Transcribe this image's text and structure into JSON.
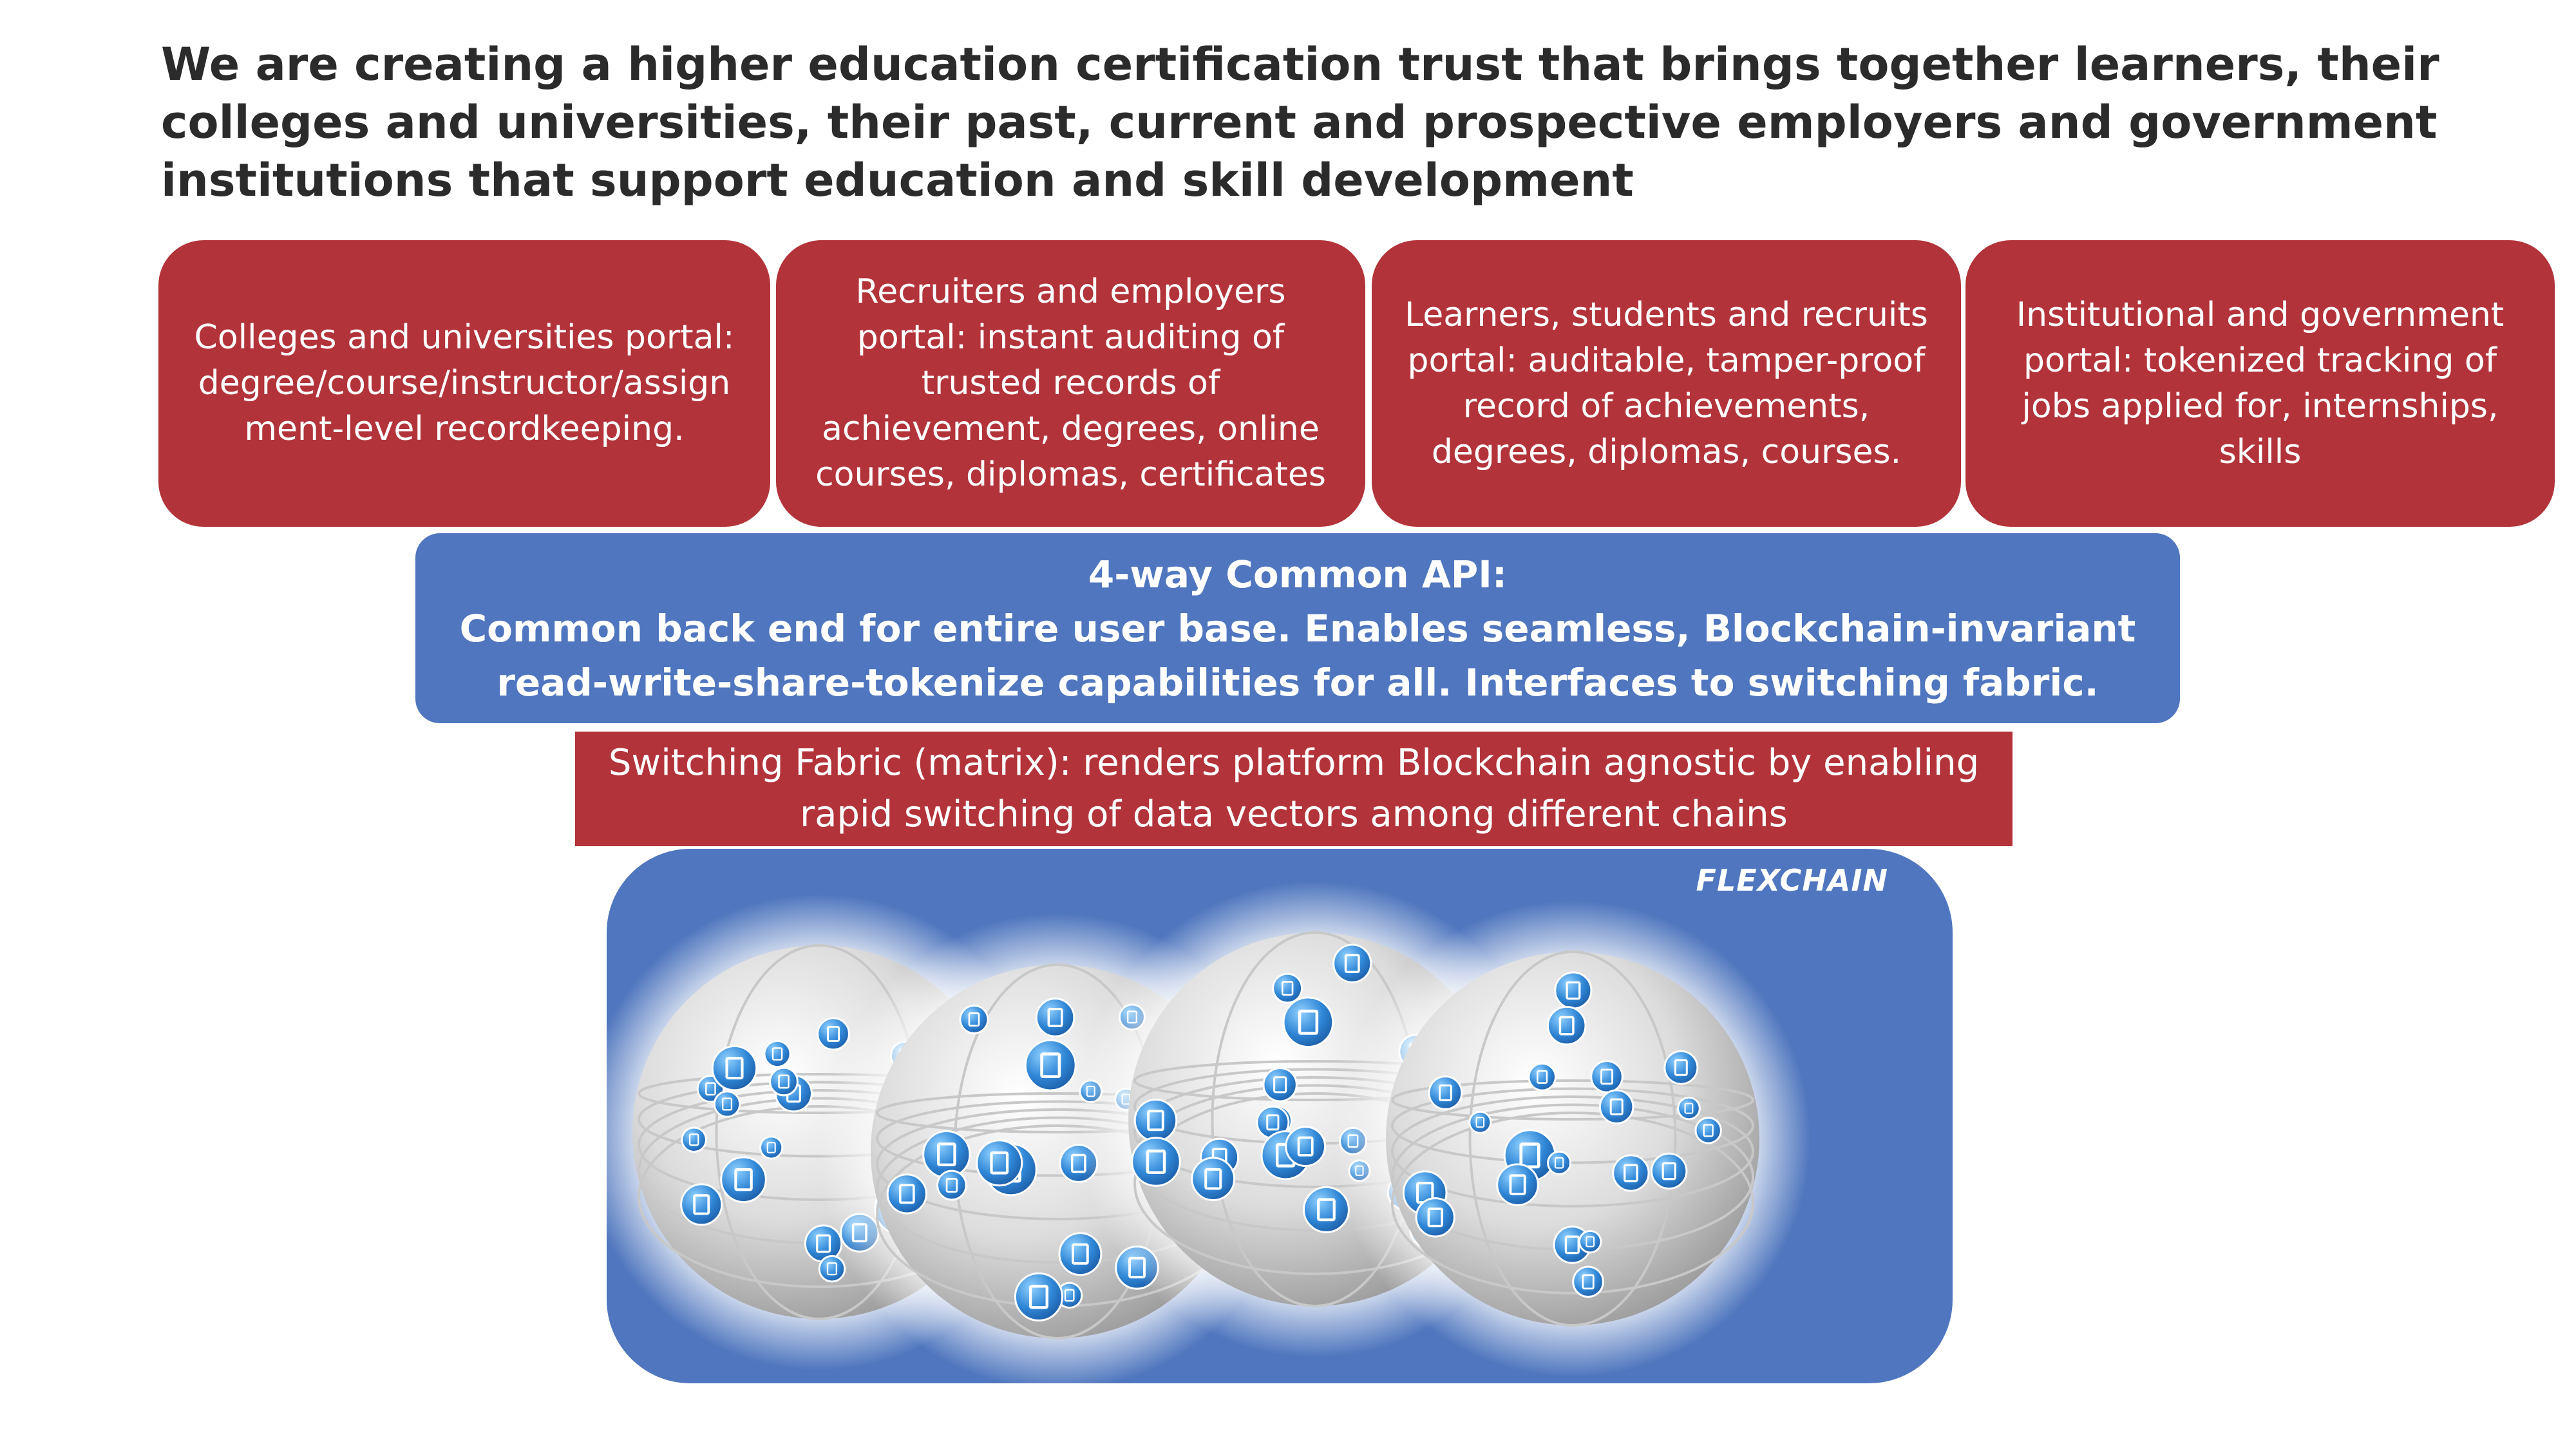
{
  "headline": "We are creating a higher education certification trust that  brings together learners, their colleges and universities, their past, current and prospective employers and government institutions that support education and skill development",
  "portals": [
    {
      "text": "Colleges and universities portal: degree/course/instructor/assign ment-level recordkeeping."
    },
    {
      "text": "Recruiters and employers portal: instant auditing of trusted records of achievement, degrees, online courses, diplomas, certificates"
    },
    {
      "text": "Learners, students and recruits portal: auditable, tamper-proof record of achievements, degrees, diplomas, courses."
    },
    {
      "text": "Institutional and government portal: tokenized tracking of jobs applied for, internships, skills"
    }
  ],
  "api": {
    "title": "4-way Common API:",
    "description": "Common back end for entire user base. Enables seamless, Blockchain-invariant read-write-share-tokenize capabilities for all. Interfaces to switching fabric."
  },
  "switching_fabric": "Switching Fabric (matrix): renders platform Blockchain agnostic by enabling rapid switching of data vectors among different chains",
  "flexchain": {
    "label": "FLEXCHAIN",
    "globe_count": 4,
    "colors": {
      "panel": "#4f76be",
      "portal": "#b23339",
      "node": "#2f86d6",
      "node_dark": "#1d5ea8"
    }
  }
}
